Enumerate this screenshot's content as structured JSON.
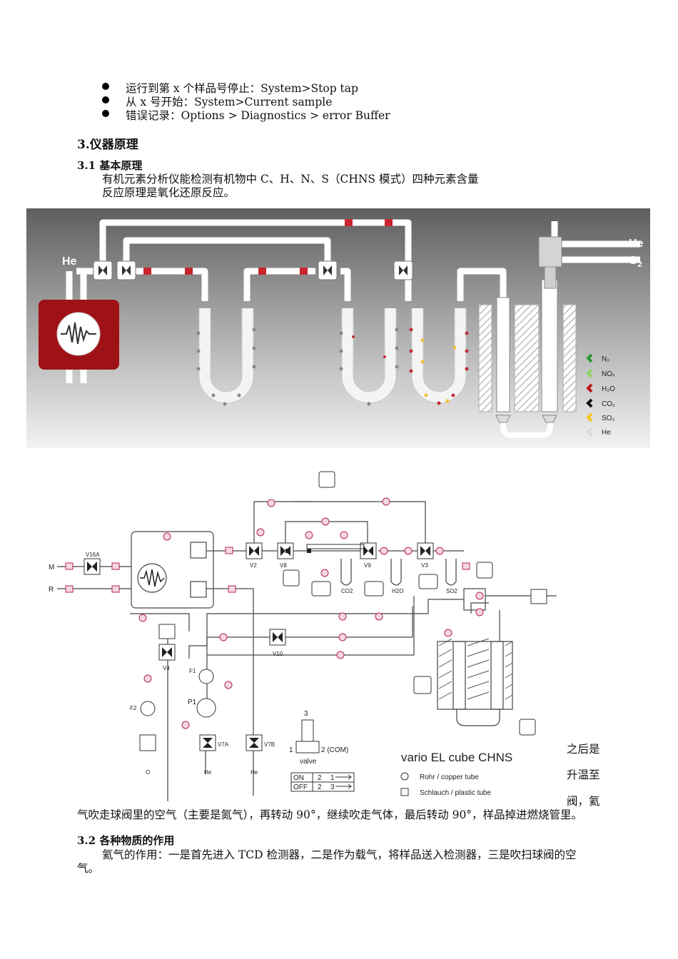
{
  "bullets": [
    "运行到第 x 个样品号停止：System>Stop tap",
    "从 x 号开始：System>Current sample",
    "错误记录：Options > Diagnostics > error Buffer"
  ],
  "section3_title": "3.仪器原理",
  "section31_title": "3.1 基本原理",
  "section31_line1": "有机元素分析仪能检测有机物中 C、H、N、S（CHNS 模式）四种元素含量",
  "section31_line2": "反应原理是氧化还原反应。",
  "diagram1": {
    "label_he_left": "He",
    "label_he_right": "He",
    "label_o2_right": "O",
    "label_o2_sub": "2",
    "legend": [
      {
        "label": "N₂",
        "color": "#2e9a32"
      },
      {
        "label": "NOₓ",
        "color": "#8fd16b"
      },
      {
        "label": "H₂O",
        "color": "#b8161c"
      },
      {
        "label": "CO₂",
        "color": "#111111"
      },
      {
        "label": "SO₂",
        "color": "#f3c61c"
      },
      {
        "label": "He",
        "color": "#d9d9d9"
      }
    ]
  },
  "diagram2": {
    "title": "vario EL cube CHNS",
    "legend_rohr": "Rohr / copper tube",
    "legend_schlauch": "Schlauch / plastic tube",
    "valve_label": "valve",
    "valve_num3": "3",
    "valve_num1": "1",
    "valve_com": "2 (COM)",
    "on_label": "ON",
    "off_label": "OFF",
    "on_path": "2",
    "off_path": "2",
    "on_arrow": "1",
    "off_arrow": "3",
    "labels": {
      "M": "M",
      "R": "R",
      "V16A": "V16A",
      "V2": "V2",
      "V8": "V8",
      "V9": "V9",
      "V3": "V3",
      "V4": "V4",
      "V10": "V10",
      "V7A": "V7A",
      "V7B": "V7B",
      "F1": "F1",
      "F2": "F2",
      "P1": "P1",
      "CO2": "CO2",
      "H2O": "H2O",
      "SO2": "SO2",
      "O2": "O",
      "He1": "He",
      "He2": "He"
    }
  },
  "text_after": {
    "frag1": "之后是",
    "frag2": "升温至",
    "frag3": "阀，氦",
    "line": "气吹走球阀里的空气（主要是氮气），再转动 90°，继续吹走气体，最后转动 90°，样品掉进燃烧管里。"
  },
  "section32_title": "3.2 各种物质的作用",
  "section32_line1": "氦气的作用：一是首先进入 TCD 检测器，二是作为载气，将样品送入检测器，三是吹扫球阀的空",
  "section32_line2": "气。"
}
